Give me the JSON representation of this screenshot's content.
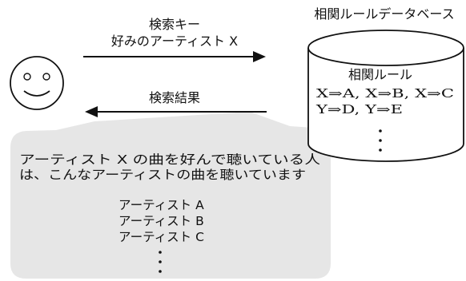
{
  "query": {
    "line1": "検索キー",
    "line2": "好みのアーティスト X"
  },
  "result_label": "検索結果",
  "database": {
    "title": "相関ルールデータベース",
    "heading": "相関ルール",
    "rules_line1": "X⇒A, X⇒B, X⇒C",
    "rules_line2": "Y⇒D, Y⇒E"
  },
  "bubble": {
    "text_line1": "アーティスト X の曲を好んで聴いている人",
    "text_line2": "は、こんなアーティストの曲を聴いています",
    "artists": [
      "アーティスト A",
      "アーティスト B",
      "アーティスト C"
    ]
  },
  "colors": {
    "bubble_fill": "#e6e6e6",
    "stroke": "#111111",
    "background": "#ffffff"
  },
  "icons": {
    "user": "smiley-face-icon",
    "query_arrow": "arrow-right-icon",
    "result_arrow": "arrow-left-icon",
    "database": "cylinder-database-icon"
  }
}
